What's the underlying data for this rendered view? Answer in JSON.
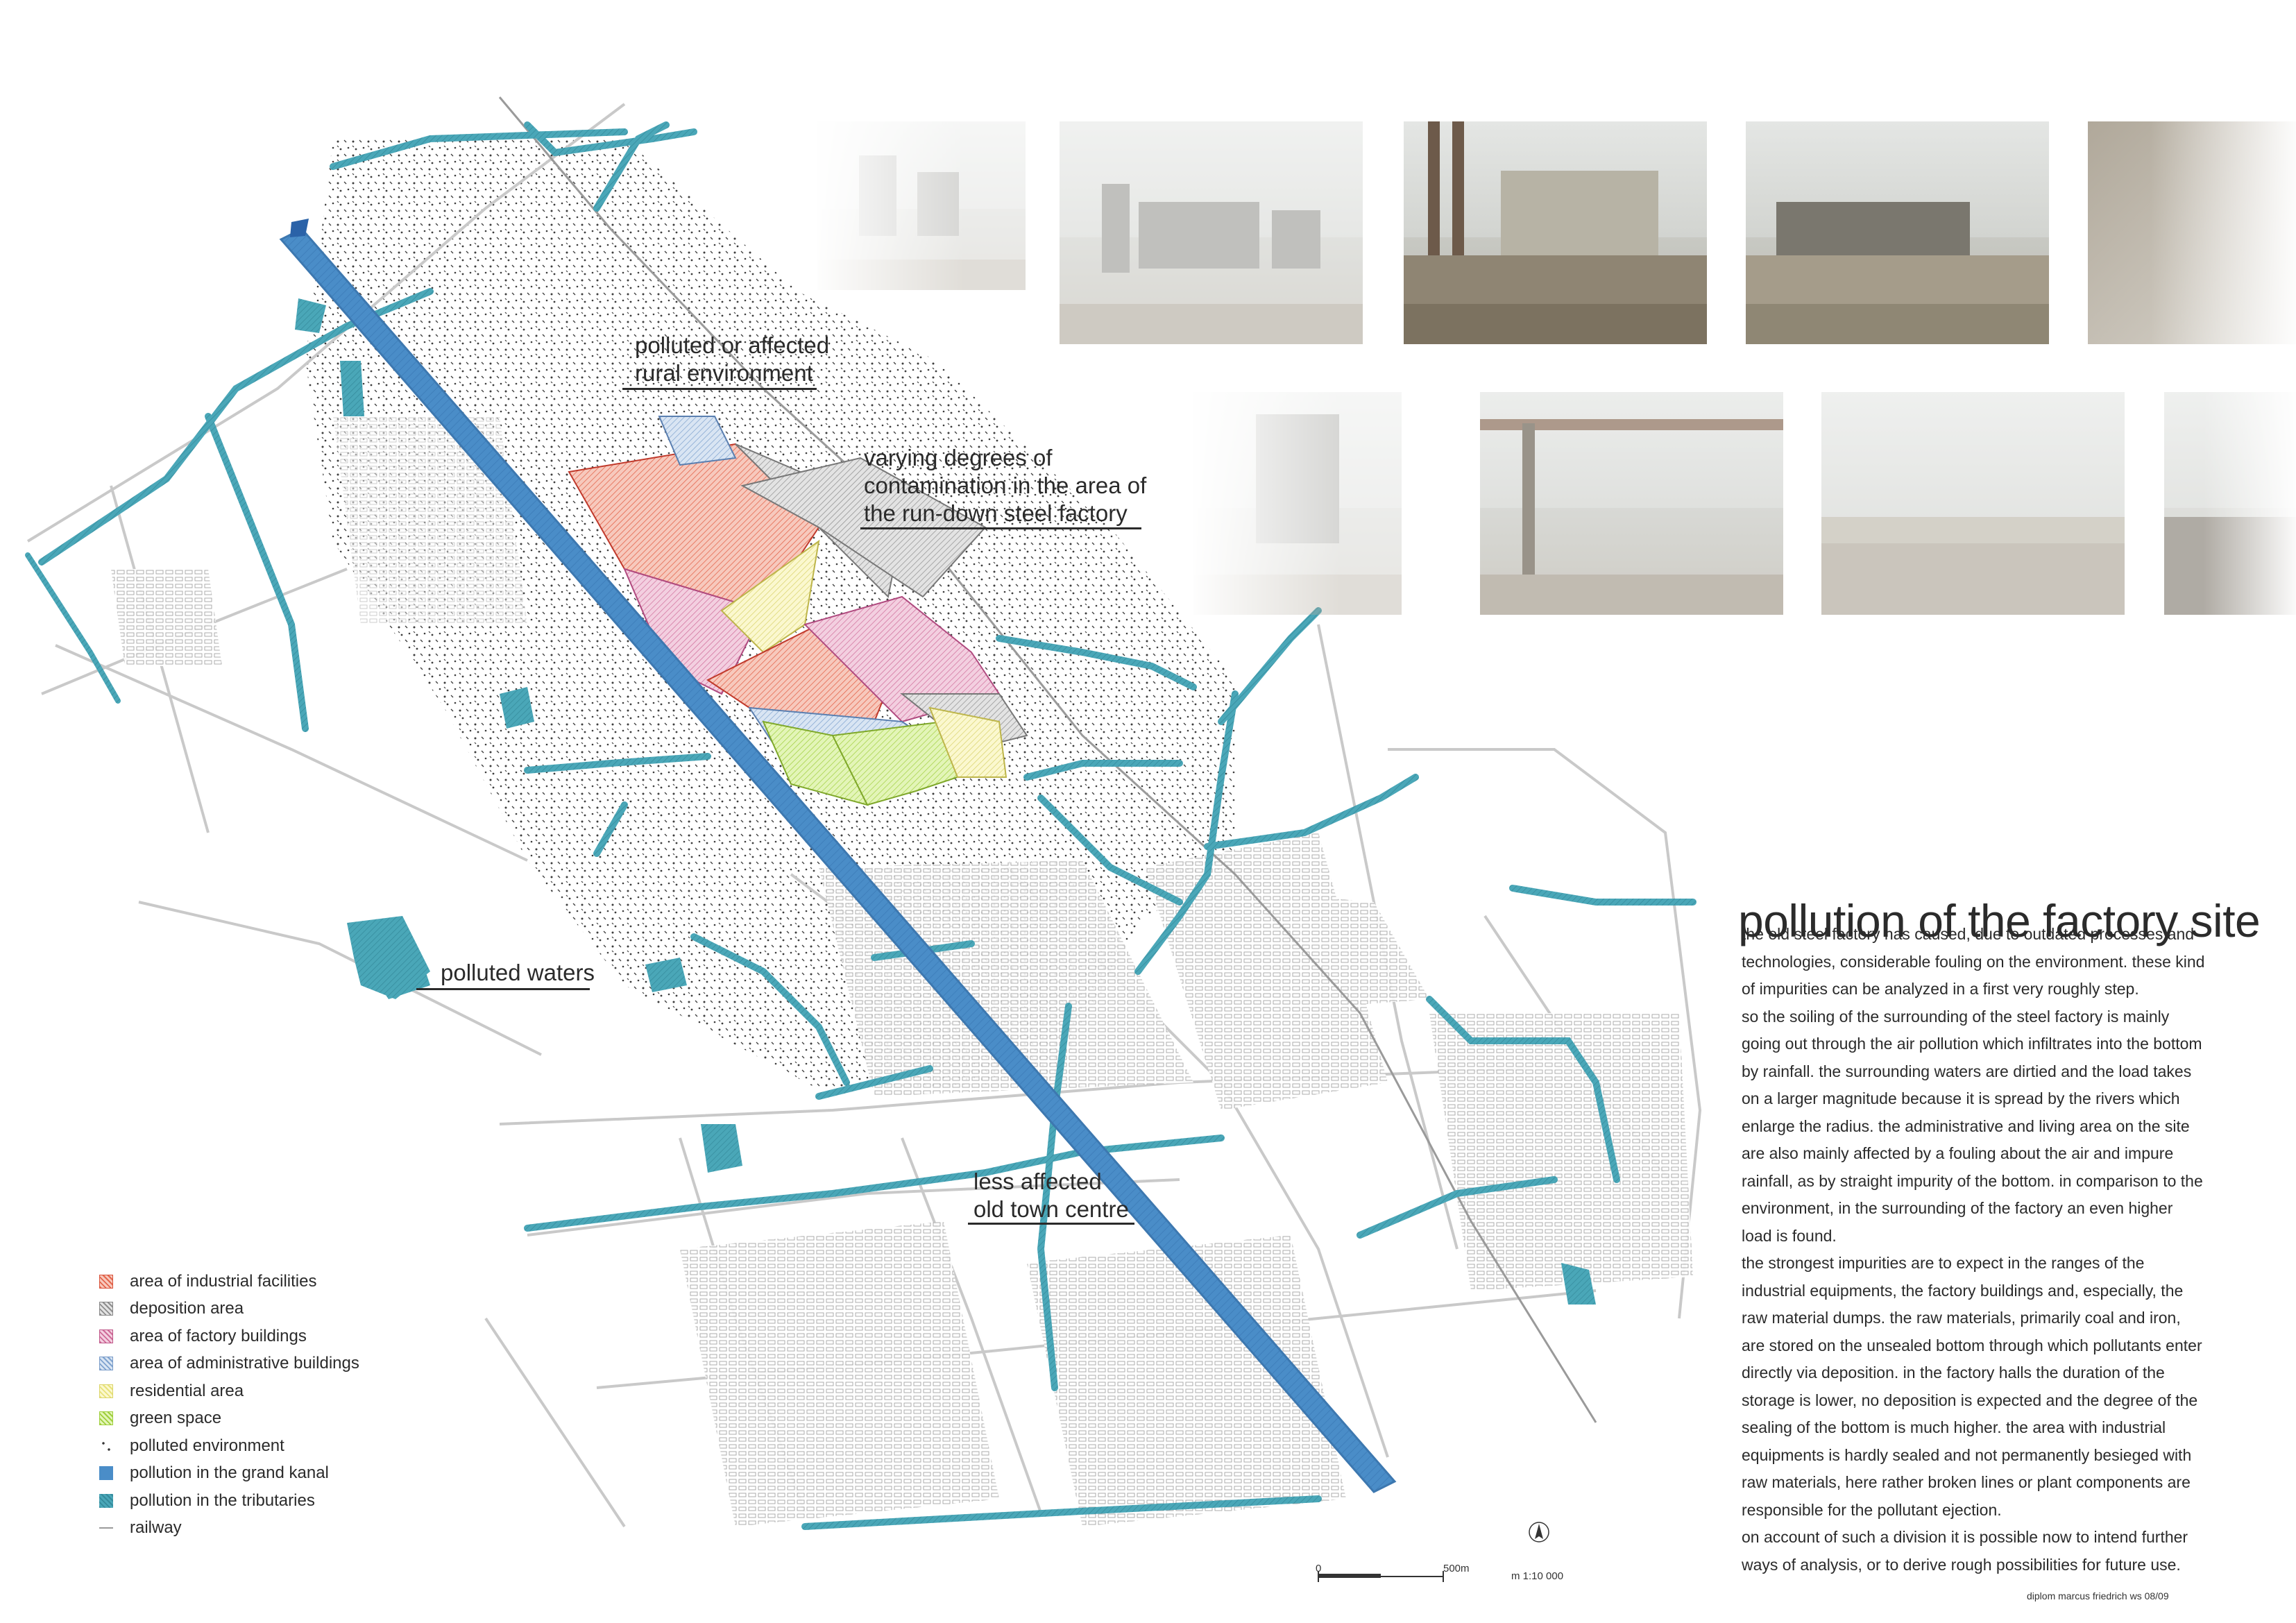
{
  "title": "pollution of the factory site",
  "body_paragraphs": [
    "the old steel factory has caused, due to outdated processes and",
    "technologies, considerable fouling on the environment. these kind",
    "of impurities can be analyzed in a first very roughly step.",
    "so the soiling of the surrounding of the steel factory is mainly",
    "going out through the air pollution which infiltrates into the bottom",
    "by rainfall. the surrounding waters are dirtied and the load takes",
    "on a larger magnitude because it is spread by the rivers which",
    "enlarge the radius. the administrative and living area on the site",
    "are also mainly affected by a fouling about the air and impure",
    "rainfall, as by straight impurity of the bottom. in comparison to the",
    "environment, in the surrounding of the factory an even higher",
    "load is found.",
    "the strongest impurities are to expect in the ranges of the",
    "industrial equipments, the factory buildings and, especially, the",
    "raw material dumps. the raw materials, primarily coal and iron,",
    "are stored on the unsealed bottom through which pollutants enter",
    "directly via deposition. in the factory halls the duration of the",
    "storage is lower, no deposition is expected and the degree of the",
    "sealing of the bottom is much higher. the area with industrial",
    "equipments is hardly sealed and not permanently besieged with",
    "raw materials, here rather broken lines or plant components are",
    "responsible for the pollutant ejection.",
    "on account of such a division it is possible now to intend further",
    "ways of analysis, or to derive rough possibilities for future use."
  ],
  "map_labels": {
    "rural": [
      "polluted or affected",
      "rural environment"
    ],
    "contamination": [
      "varying degrees of",
      "contamination in the area of",
      "the run-down steel factory"
    ],
    "waters": [
      "polluted waters"
    ],
    "town": [
      "less affected",
      "old town centre"
    ]
  },
  "legend": [
    {
      "label": "area of industrial facilities",
      "color": "#f2a58f",
      "icon": "red-hatch-swatch"
    },
    {
      "label": "deposition area",
      "color": "#bdbdbd",
      "icon": "grey-hatch-swatch"
    },
    {
      "label": "area of factory buildings",
      "color": "#e6a3c0",
      "icon": "pink-hatch-swatch"
    },
    {
      "label": "area of administrative buildings",
      "color": "#a9c3e2",
      "icon": "blue-hatch-swatch"
    },
    {
      "label": "residential area",
      "color": "#f3f0a0",
      "icon": "yellow-hatch-swatch"
    },
    {
      "label": "green space",
      "color": "#c8ea7a",
      "icon": "green-hatch-swatch"
    },
    {
      "label": "polluted environment",
      "color": "#555555",
      "icon": "dots-swatch"
    },
    {
      "label": "pollution in the grand kanal",
      "color": "#4a8dc8",
      "icon": "kanal-swatch"
    },
    {
      "label": "pollution in the tributaries",
      "color": "#4aa7b8",
      "icon": "tributary-swatch"
    },
    {
      "label": "railway",
      "color": "#9a9a9a",
      "icon": "railway-swatch"
    }
  ],
  "scale": {
    "zero": "0",
    "length": "500m",
    "ratio": "m 1:10 000"
  },
  "credit": "diplom marcus friedrich ws 08/09",
  "colors": {
    "kanal": "#4a8dc8",
    "tributary": "#4aa7b8",
    "street": "#c9c9c9"
  }
}
